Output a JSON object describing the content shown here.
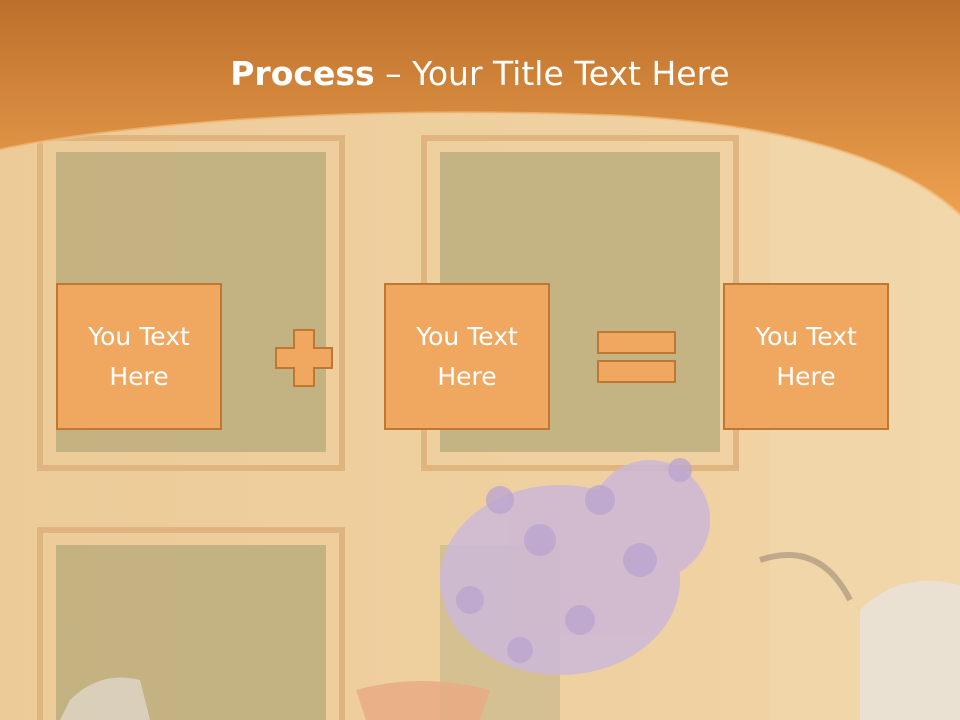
{
  "slide": {
    "title_bold": "Process",
    "title_dash": " – ",
    "title_rest": "Your Title Text Here"
  },
  "boxes": [
    {
      "text": "You Text Here"
    },
    {
      "text": "You Text Here"
    },
    {
      "text": "You Text Here"
    }
  ],
  "operators": [
    "plus-icon",
    "equals-icon"
  ],
  "colors": {
    "header_dark": "#c0762f",
    "header_light": "#ecaa5c",
    "box_fill": "#f0a861",
    "box_border": "#bf7834",
    "text": "#ffffff"
  }
}
